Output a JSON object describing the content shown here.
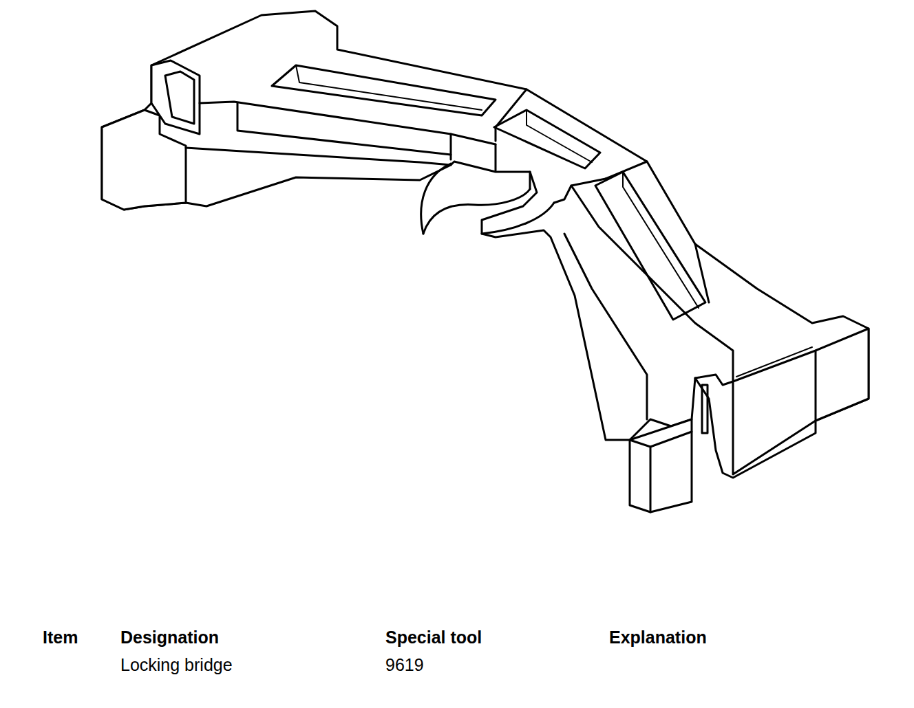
{
  "diagram": {
    "labels": [
      "Item",
      "Designation",
      "Special tool",
      "Explanation",
      "Locking bridge",
      "9619"
    ]
  }
}
